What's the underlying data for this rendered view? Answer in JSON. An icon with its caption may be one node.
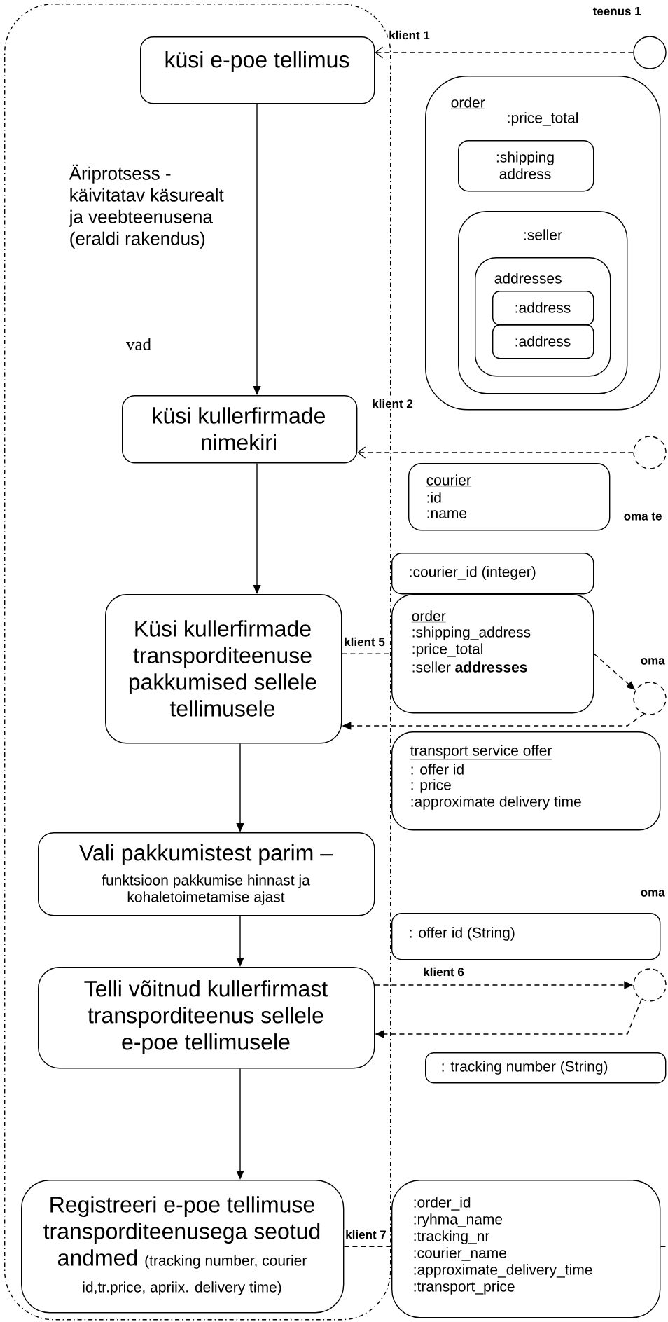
{
  "diagram": {
    "nodes": [
      {
        "text": [
          "Äriprotsess - käivitatav käsurealt ja veebteenusena (eraldi rakendus)"
        ]
      },
      {
        "text": [
          "küsi e-poe tellimus"
        ],
        "in": 0
      },
      {
        "text": [],
        "shape": "circle"
      },
      {
        "text": [
          "order",
          ":price_total"
        ]
      },
      {
        "text": [
          ":shipping address"
        ],
        "in": 3
      },
      {
        "text": [
          ":seller"
        ],
        "in": 3
      },
      {
        "text": [
          "addresses"
        ],
        "in": 5
      },
      {
        "text": [
          ":address"
        ],
        "in": 6
      },
      {
        "text": [
          ":address"
        ],
        "in": 6
      },
      {
        "text": [
          "küsi kullerfirmade nimekiri"
        ],
        "in": 0
      },
      {
        "text": [],
        "shape": "circle"
      },
      {
        "text": [
          "courier",
          ":id",
          ":name"
        ]
      },
      {
        "text": [
          ":courier_id (integer)"
        ]
      },
      {
        "text": [
          "Küsi kullerfirmade transporditeenuse pakkumised sellele tellimusele"
        ],
        "in": 0
      },
      {
        "text": [
          "order",
          ":shipping_address",
          ":price_total",
          ":seller **addresses**"
        ]
      },
      {
        "text": [],
        "shape": "circle"
      },
      {
        "text": [
          "transport service offer",
          ": offer id",
          ": price",
          ":approximate delivery time"
        ]
      },
      {
        "text": [
          "Vali pakkumistest parim –",
          "funktsioon pakkumise hinnast ja kohaletoimetamise ajast"
        ],
        "in": 0
      },
      {
        "text": [
          ": offer id  (String)"
        ]
      },
      {
        "text": [
          "Telli võitnud kullerfirmast transporditeenus sellele e-poe tellimusele"
        ],
        "in": 0
      },
      {
        "text": [],
        "shape": "circle"
      },
      {
        "text": [
          ": tracking number (String)"
        ]
      },
      {
        "text": [
          "Registreeri e-poe tellimuse transporditeenusega seotud andmed",
          "(tracking number, courier id,tr.price, apriix. delivery time)"
        ],
        "in": 0
      },
      {
        "text": [
          ":order_id",
          ":ryhma_name",
          ":tracking_nr",
          ":courier_name",
          ":approximate_delivery_time",
          ":transport_price"
        ]
      }
    ],
    "edges": [
      {
        "from": 2,
        "to": 1,
        "arrow": "to",
        "label": "klient 1",
        "style": "dashed"
      },
      {
        "from": 1,
        "to": 9,
        "arrow": "to"
      },
      {
        "from": 10,
        "to": 9,
        "arrow": "to",
        "label": "klient 2",
        "style": "dashed"
      },
      {
        "from": 9,
        "to": 13,
        "arrow": "to"
      },
      {
        "from": 13,
        "to": 14,
        "arrow": "none",
        "label": "klient 5",
        "style": "dashed"
      },
      {
        "from": 14,
        "to": 15,
        "arrow": "to",
        "style": "dashed"
      },
      {
        "from": 15,
        "to": 13,
        "arrow": "to",
        "style": "dashed"
      },
      {
        "from": 13,
        "to": 17,
        "arrow": "to"
      },
      {
        "from": 17,
        "to": 19,
        "arrow": "to"
      },
      {
        "from": 19,
        "to": 20,
        "arrow": "to",
        "label": "klient 6",
        "style": "dashed"
      },
      {
        "from": 20,
        "to": 19,
        "arrow": "to",
        "style": "dashed"
      },
      {
        "from": 19,
        "to": 22,
        "arrow": "to"
      },
      {
        "from": 22,
        "to": 23,
        "arrow": "none",
        "label": "klient 7",
        "style": "dashed"
      }
    ],
    "labels": [
      "teenus 1",
      "vad",
      "oma te",
      "oma",
      "oma"
    ]
  }
}
